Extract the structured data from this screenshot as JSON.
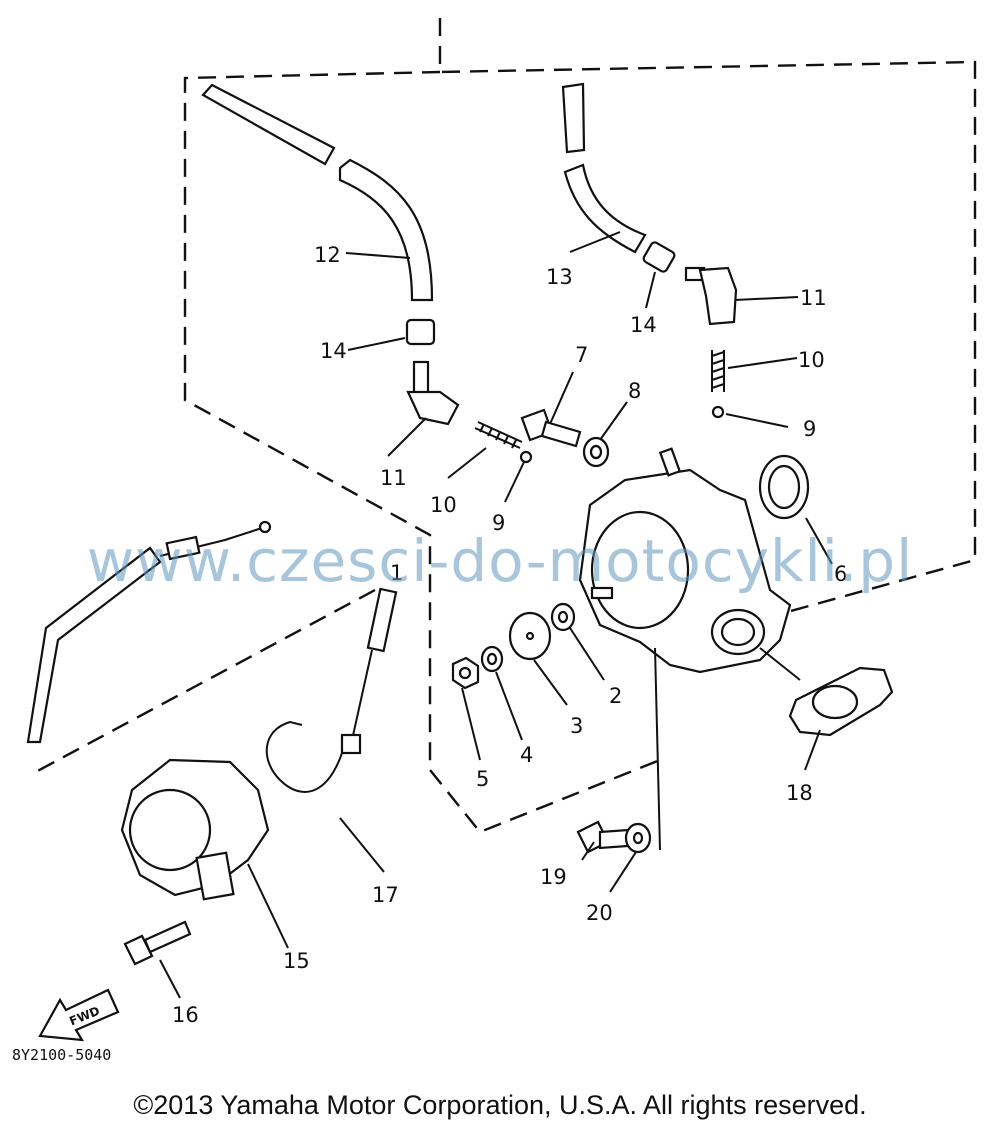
{
  "callouts": {
    "c1": "1",
    "c2": "2",
    "c3": "3",
    "c4": "4",
    "c5": "5",
    "c6": "6",
    "c7": "7",
    "c8": "8",
    "c9a": "9",
    "c9b": "9",
    "c10a": "10",
    "c10b": "10",
    "c11a": "11",
    "c11b": "11",
    "c12": "12",
    "c13": "13",
    "c14a": "14",
    "c14b": "14",
    "c15": "15",
    "c16": "16",
    "c17": "17",
    "c18": "18",
    "c19": "19",
    "c20": "20"
  },
  "fwd_label": "FWD",
  "diagram_code": "8Y2100-5040",
  "watermark": "www.czesci-do-motocykli.pl",
  "copyright": "©2013 Yamaha Motor Corporation, U.S.A. All rights reserved."
}
